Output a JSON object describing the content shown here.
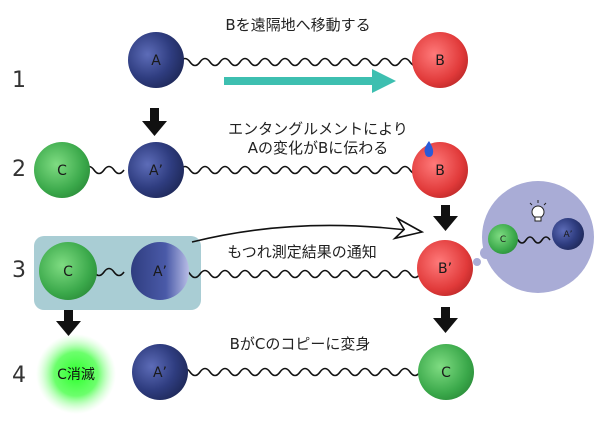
{
  "steps": [
    "1",
    "2",
    "3",
    "4"
  ],
  "captions": {
    "row1": "Bを遠隔地へ移動する",
    "row2_line1": "エンタングルメントにより",
    "row2_line2": "Aの変化がBに伝わる",
    "row3": "もつれ測定結果の通知",
    "row4": "BがCのコピーに変身"
  },
  "balls": {
    "r1_a": "A",
    "r1_b": "B",
    "r2_c": "C",
    "r2_a": "A’",
    "r2_b": "B",
    "r3_c": "C",
    "r3_a": "A’",
    "r3_b": "B’",
    "r4_glow": "C消滅",
    "r4_a": "A’",
    "r4_c": "C",
    "bubble_c": "C",
    "bubble_a": "A’"
  },
  "colors": {
    "blue_ball": "#3a4a8e",
    "red_ball": "#e84848",
    "green_ball": "#3aa84a",
    "teal_arrow": "#3dbfb0",
    "highlight_box": "#a9cdd4",
    "thought_bubble": "#a9acd6",
    "glow_green": "#6cff6c",
    "drop_blue": "#2a5ad8"
  }
}
